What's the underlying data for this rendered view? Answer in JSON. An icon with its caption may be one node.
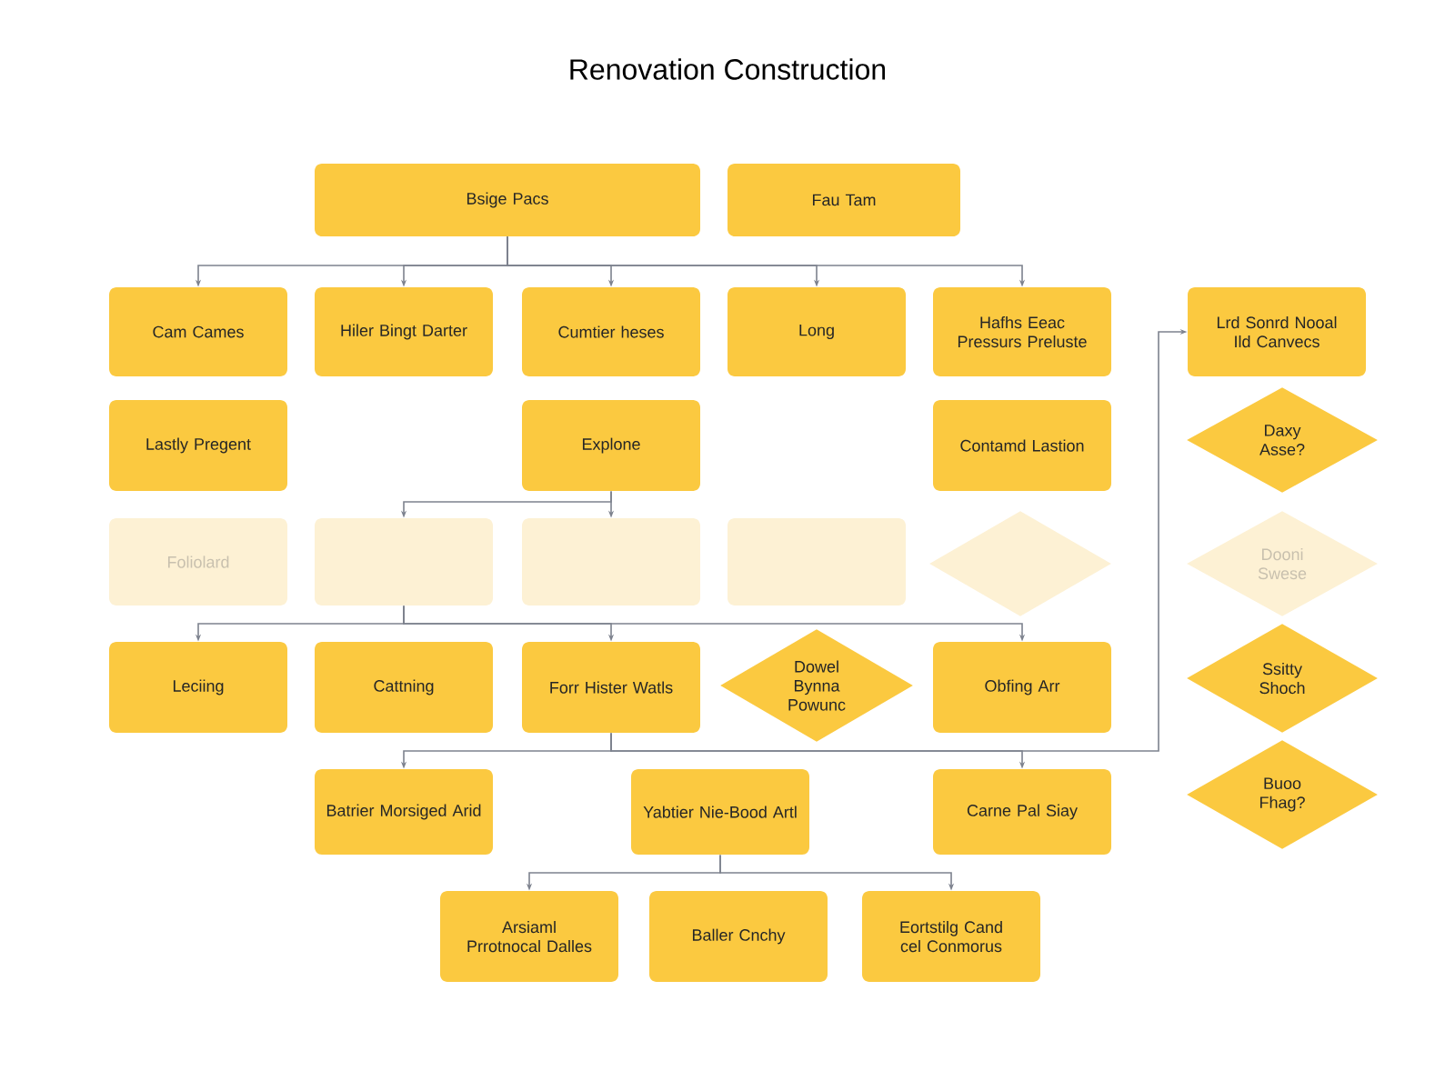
{
  "diagram": {
    "title": "Renovation Construction",
    "nodes": [
      {
        "text": [
          "Bsige Pacs"
        ]
      },
      {
        "text": [
          "Fau Tam"
        ]
      },
      {
        "text": [
          "Cam Cames"
        ]
      },
      {
        "text": [
          "Hiler Bingt Darter"
        ]
      },
      {
        "text": [
          "Cumtier heses"
        ]
      },
      {
        "text": [
          "Long"
        ]
      },
      {
        "text": [
          "Hafhs Eeac Pressurs Preluste"
        ]
      },
      {
        "text": [
          "Lrd Sonrd Nooal Ild Canvecs"
        ]
      },
      {
        "text": [
          "Lastly Pregent"
        ]
      },
      {
        "text": [
          "Explone"
        ]
      },
      {
        "text": [
          "Contamd Lastion"
        ]
      },
      {
        "text": [
          "Daxy Asse?"
        ]
      },
      {
        "text": [
          "Foliolard"
        ]
      },
      {
        "text": [],
        "shape": "box"
      },
      {
        "text": [],
        "shape": "box"
      },
      {
        "text": [],
        "shape": "box"
      },
      {
        "text": [],
        "shape": "diamond"
      },
      {
        "text": [
          "Dooni Swese"
        ]
      },
      {
        "text": [
          "Leciing"
        ]
      },
      {
        "text": [
          "Cattning"
        ]
      },
      {
        "text": [
          "Forr Hister Watls"
        ]
      },
      {
        "text": [
          "Dowel Bynna Powunc"
        ]
      },
      {
        "text": [
          "Obfing Arr"
        ]
      },
      {
        "text": [
          "Ssitty Shoch"
        ]
      },
      {
        "text": [
          "Batrier Morsiged Arid"
        ]
      },
      {
        "text": [
          "Yabtier Nie-Bood Artl"
        ]
      },
      {
        "text": [
          "Carne Pal Siay"
        ]
      },
      {
        "text": [
          "Buoo Fhag?"
        ]
      },
      {
        "text": [
          "Arsiaml Prrotnocal Dalles"
        ]
      },
      {
        "text": [
          "Baller Cnchy"
        ]
      },
      {
        "text": [
          "Eortstilg Cand cel Conmorus"
        ]
      }
    ],
    "edges": [
      {
        "from": 0,
        "to": 2,
        "arrow": "to"
      },
      {
        "from": 0,
        "to": 3,
        "arrow": "to"
      },
      {
        "from": 0,
        "to": 4,
        "arrow": "to"
      },
      {
        "from": 0,
        "to": 5,
        "arrow": "to"
      },
      {
        "from": 0,
        "to": 6,
        "arrow": "to"
      },
      {
        "from": 9,
        "to": 13,
        "arrow": "to"
      },
      {
        "from": 9,
        "to": 14,
        "arrow": "to"
      },
      {
        "from": 13,
        "to": 18,
        "arrow": "to"
      },
      {
        "from": 13,
        "to": 20,
        "arrow": "to"
      },
      {
        "from": 13,
        "to": 22,
        "arrow": "to"
      },
      {
        "from": 20,
        "to": 24,
        "arrow": "to"
      },
      {
        "from": 20,
        "to": 26,
        "arrow": "to"
      },
      {
        "from": 20,
        "to": 7,
        "arrow": "to"
      },
      {
        "from": 25,
        "to": 28,
        "arrow": "to"
      },
      {
        "from": 25,
        "to": 30,
        "arrow": "to"
      }
    ]
  }
}
